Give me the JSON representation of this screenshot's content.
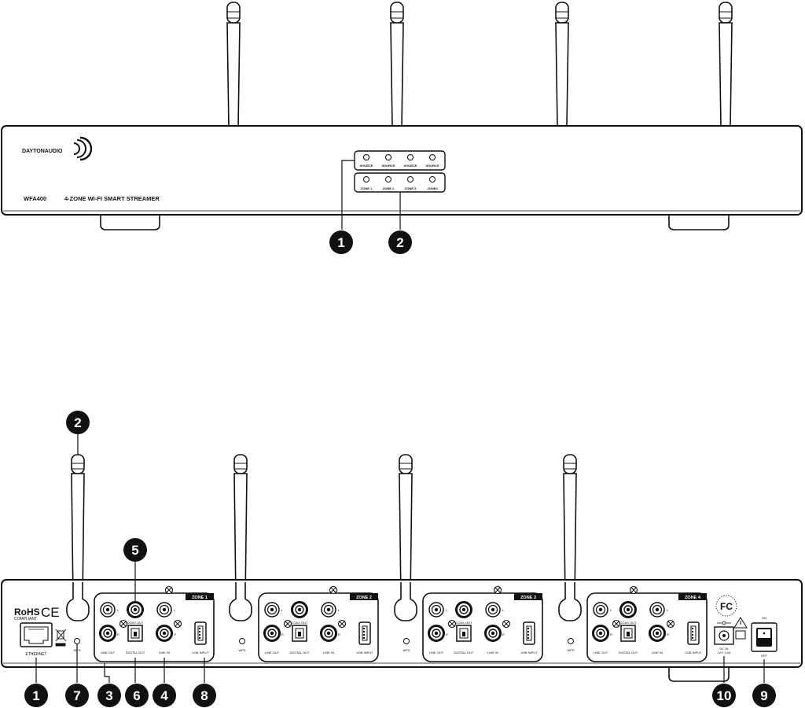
{
  "front": {
    "brand": "DAYTONAUDIO",
    "model": "WFA400",
    "description": "4-ZONE WI-FI SMART STREAMER",
    "source_labels": [
      "SOURCE",
      "SOURCE",
      "SOURCE",
      "SOURCE"
    ],
    "zone_labels": [
      "ZONE 1",
      "ZONE 2",
      "ZONE 3",
      "ZONE4"
    ],
    "callouts": [
      "1",
      "2"
    ]
  },
  "back": {
    "rohs": "RoHS",
    "rohs_sub": "COMPLIANT",
    "ce": "CE",
    "ethernet_label": "ETHERNET",
    "wps_label": "WPS",
    "coax_label": "COAX OUT",
    "port_labels": {
      "line_out": "LINE OUT",
      "digital_out": "DIGITAL OUT",
      "line_in": "LINE IN",
      "usb_input": "USB INPUT"
    },
    "channel_left": "L",
    "channel_right": "R",
    "zones": [
      "ZONE 1",
      "ZONE 2",
      "ZONE 3",
      "ZONE 4"
    ],
    "fcc": "FC",
    "dc_in": "DC IN",
    "dc_spec": "12V 1.5A",
    "power_on": "ON",
    "power_off": "OFF",
    "callouts_bottom": [
      "1",
      "7",
      "3",
      "6",
      "4",
      "8",
      "10",
      "9"
    ],
    "callout_antenna": "2",
    "callout_coax": "5"
  }
}
